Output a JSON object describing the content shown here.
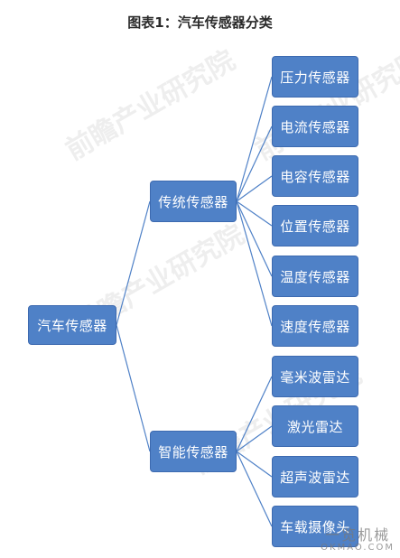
{
  "title": "图表1：汽车传感器分类",
  "root": "汽车传感器",
  "branches": [
    {
      "label": "传统传感器",
      "children": [
        "压力传感器",
        "电流传感器",
        "电容传感器",
        "位置传感器",
        "温度传感器",
        "速度传感器"
      ]
    },
    {
      "label": "智能传感器",
      "children": [
        "毫米波雷达",
        "激光雷达",
        "超声波雷达",
        "车载摄像头"
      ]
    }
  ],
  "watermark": {
    "text": "前瞻产业研究院",
    "corner_cn": "一览机械",
    "corner_en": "OKMAO.COM"
  },
  "colors": {
    "node_fill": "#4f81c7",
    "node_border": "#3d6ab0",
    "connector": "#4f81c7"
  }
}
